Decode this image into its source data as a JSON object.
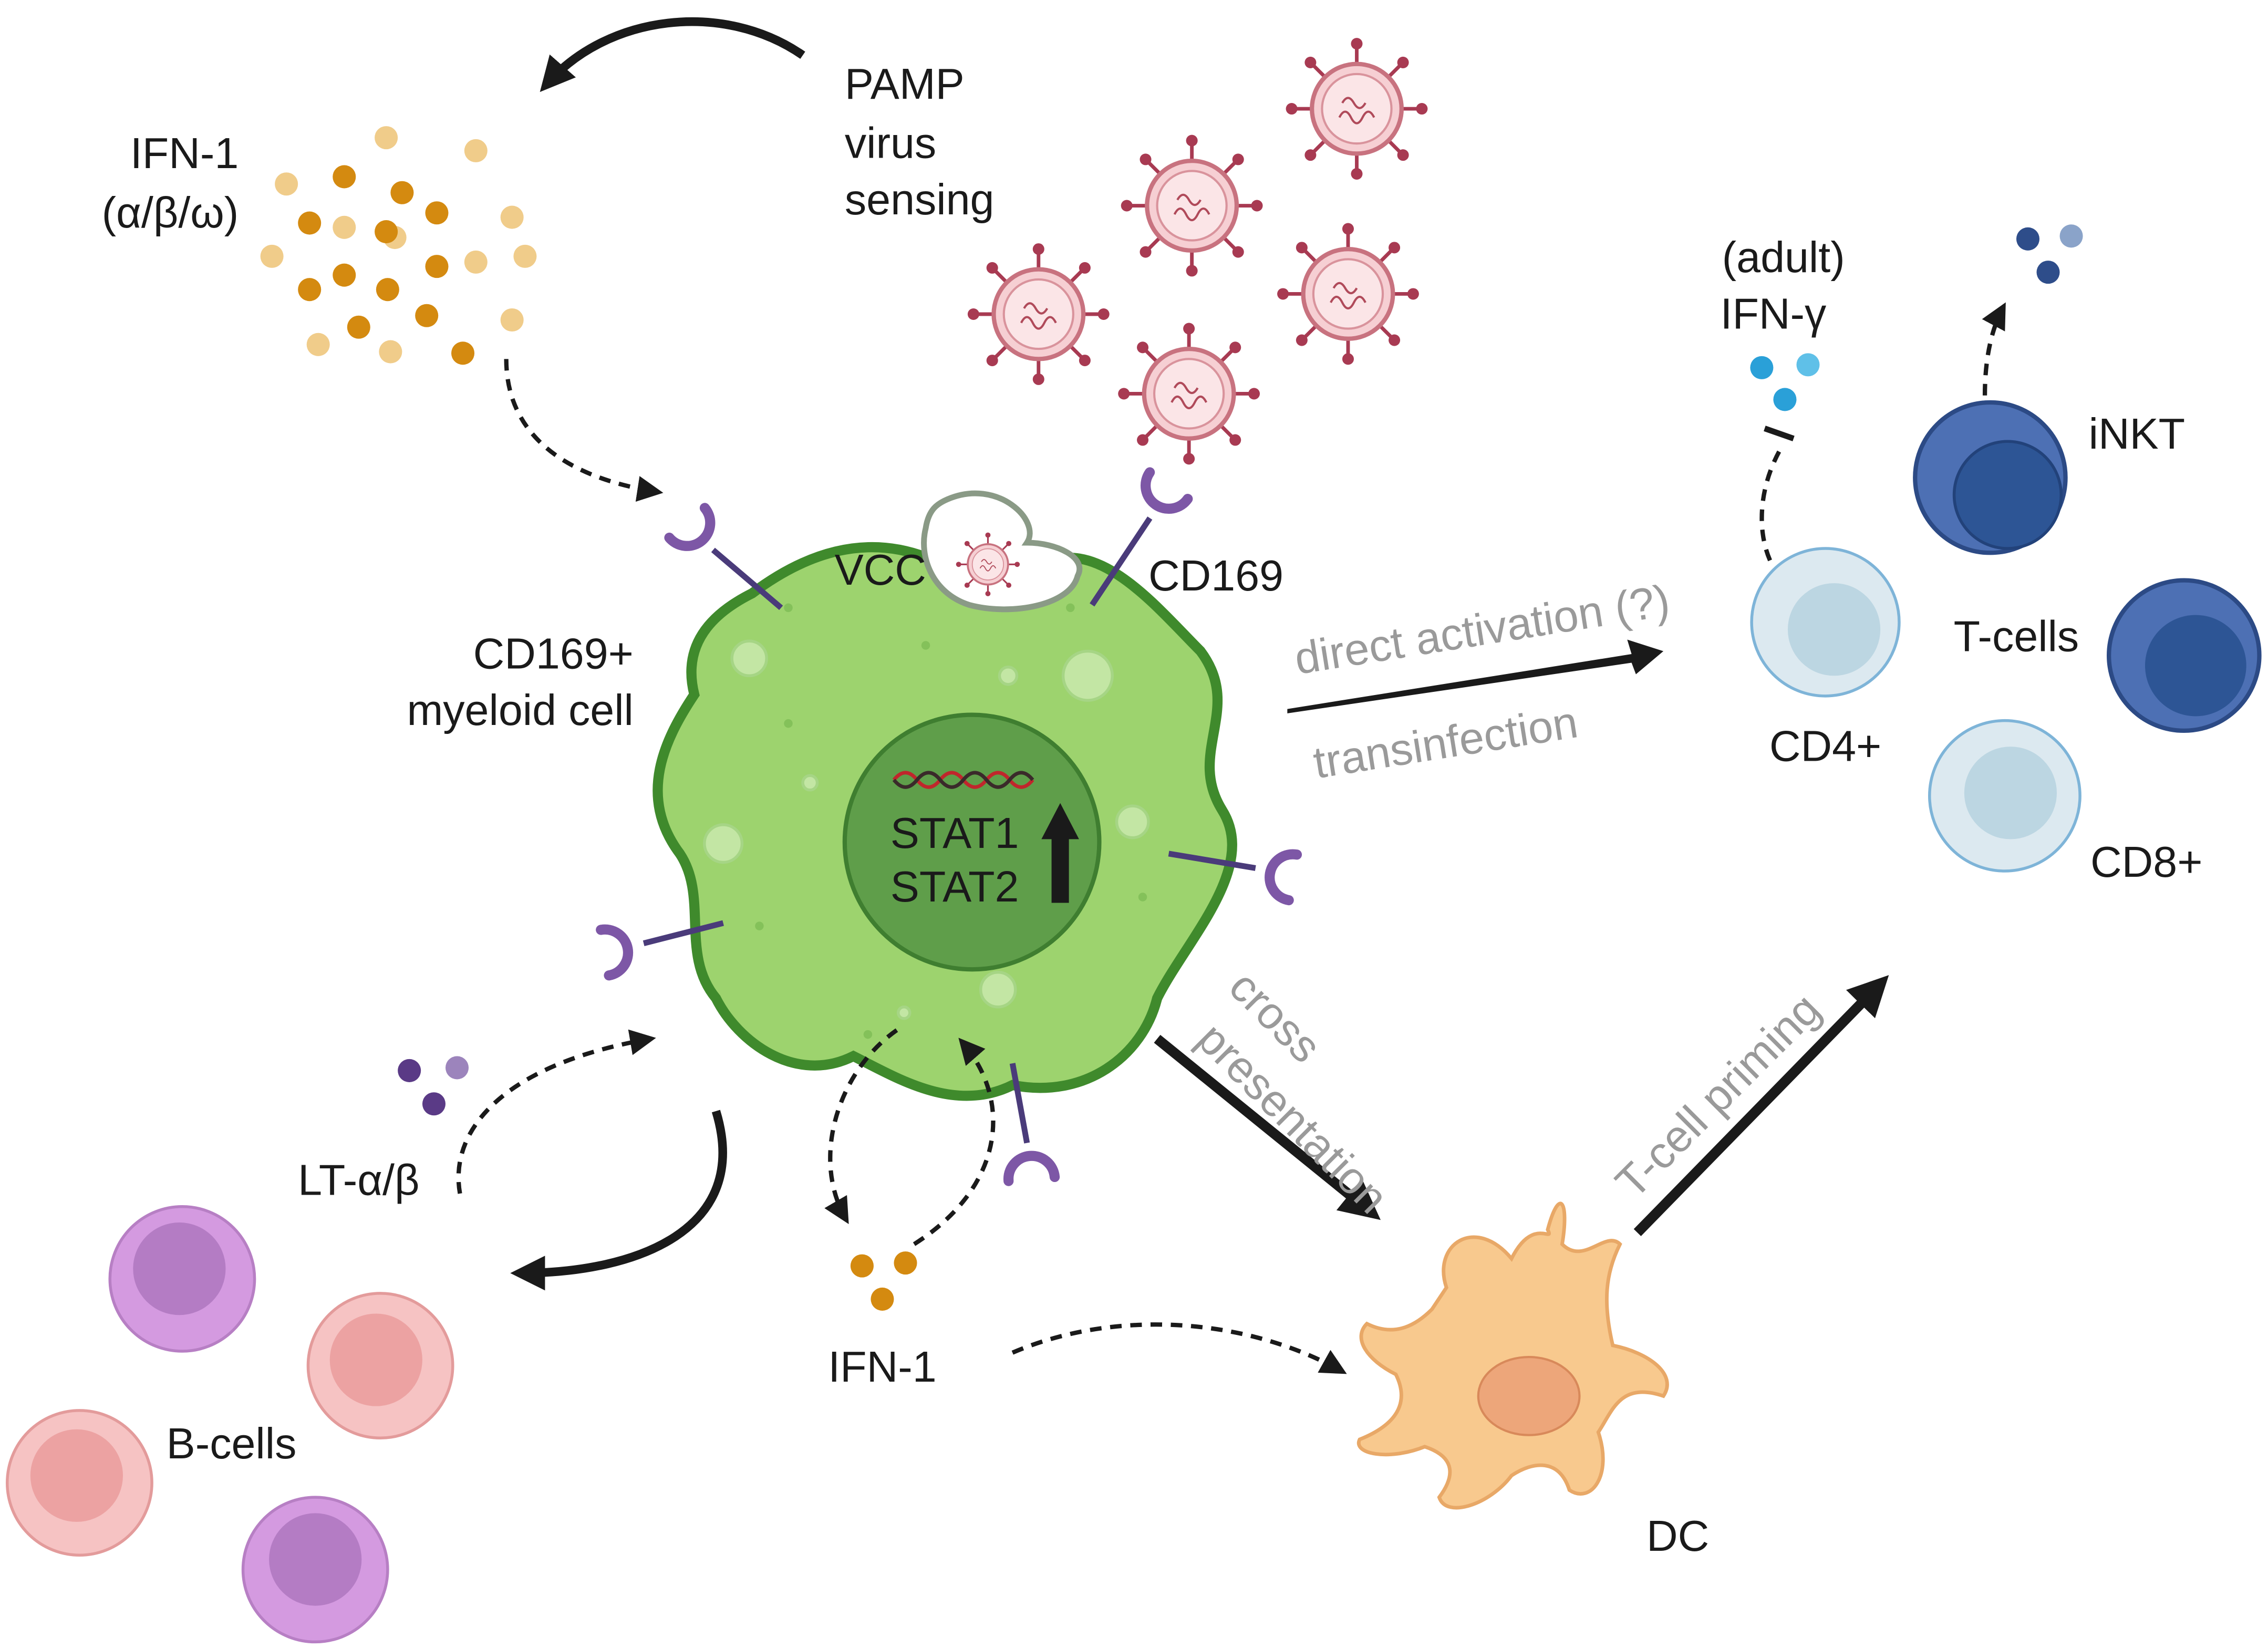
{
  "labels": {
    "ifn1_top_line1": "IFN-1",
    "ifn1_top_line2": "(α/β/ω)",
    "pamp_line1": "PAMP",
    "pamp_line2": "virus",
    "pamp_line3": "sensing",
    "vcc": "VCC",
    "cd169": "CD169",
    "myeloid_line1": "CD169+",
    "myeloid_line2": "myeloid cell",
    "stat1": "STAT1",
    "stat2": "STAT2",
    "adult_line1": "(adult)",
    "adult_line2": "IFN-γ",
    "inkt": "iNKT",
    "tcells": "T-cells",
    "cd4": "CD4+",
    "cd8": "CD8+",
    "direct_activation": "direct activation (?)",
    "transinfection": "transinfection",
    "cross_line1": "cross",
    "cross_line2": "presentation",
    "tcell_priming": "T-cell priming",
    "lt": "LT-α/β",
    "ifn1_bottom": "IFN-1",
    "bcells": "B-cells",
    "dc": "DC"
  },
  "colors": {
    "myeloid_fill": "#9dd36e",
    "myeloid_stroke": "#3f8a2c",
    "nucleus_fill": "#5f9e4a",
    "virus": "#b04a5a",
    "receptor": "#7d57a6",
    "ifn_dark": "#d48a10",
    "ifn_light": "#f0cc8a",
    "ifng": "#2aa0d8",
    "tcell_dark": "#3d5fa0",
    "tcell_light": "#d9e8f0",
    "bcell_purple": "#c98fd6",
    "bcell_pink": "#f1b5b5",
    "dc_fill": "#f8c98e",
    "gray_text": "#9a9a9a"
  },
  "icons": [
    "virus-icon",
    "receptor-icon",
    "dna-icon",
    "arrow-up-icon"
  ]
}
